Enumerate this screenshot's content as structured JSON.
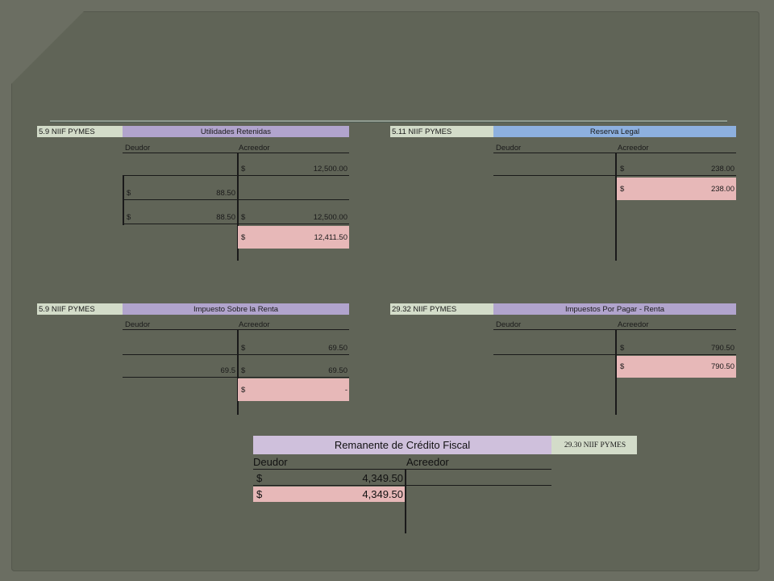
{
  "accounts": {
    "utilidades": {
      "code": "5.9 NIIF PYMES",
      "title": "Utilidades Retenidas",
      "debit_label": "Deudor",
      "credit_label": "Acreedor",
      "r1_credit_sym": "$",
      "r1_credit_val": "12,500.00",
      "r2_debit_sym": "$",
      "r2_debit_val": "88.50",
      "r3_debit_sym": "$",
      "r3_debit_val": "88.50",
      "r3_credit_sym": "$",
      "r3_credit_val": "12,500.00",
      "bal_sym": "$",
      "bal_val": "12,411.50"
    },
    "reserva": {
      "code": "5.11 NIIF PYMES",
      "title": "Reserva Legal",
      "debit_label": "Deudor",
      "credit_label": "Acreedor",
      "r1_credit_sym": "$",
      "r1_credit_val": "238.00",
      "bal_sym": "$",
      "bal_val": "238.00"
    },
    "impuesto": {
      "code": "5.9 NIIF PYMES",
      "title": "Impuesto Sobre la Renta",
      "debit_label": "Deudor",
      "credit_label": "Acreedor",
      "r1_credit_sym": "$",
      "r1_credit_val": "69.50",
      "r2_debit_val": "69.5",
      "r2_credit_sym": "$",
      "r2_credit_val": "69.50",
      "bal_sym": "$",
      "bal_val": "-"
    },
    "impuestos_pagar": {
      "code": "29.32 NIIF PYMES",
      "title": "Impuestos Por Pagar - Renta",
      "debit_label": "Deudor",
      "credit_label": "Acreedor",
      "r1_credit_sym": "$",
      "r1_credit_val": "790.50",
      "bal_sym": "$",
      "bal_val": "790.50"
    },
    "remanente": {
      "code": "29.30 NIIF PYMES",
      "title": "Remanente de Crédito Fiscal",
      "debit_label": "Deudor",
      "credit_label": "Acreedor",
      "r1_debit_sym": "$",
      "r1_debit_val": "4,349.50",
      "bal_sym": "$",
      "bal_val": "4,349.50"
    }
  }
}
